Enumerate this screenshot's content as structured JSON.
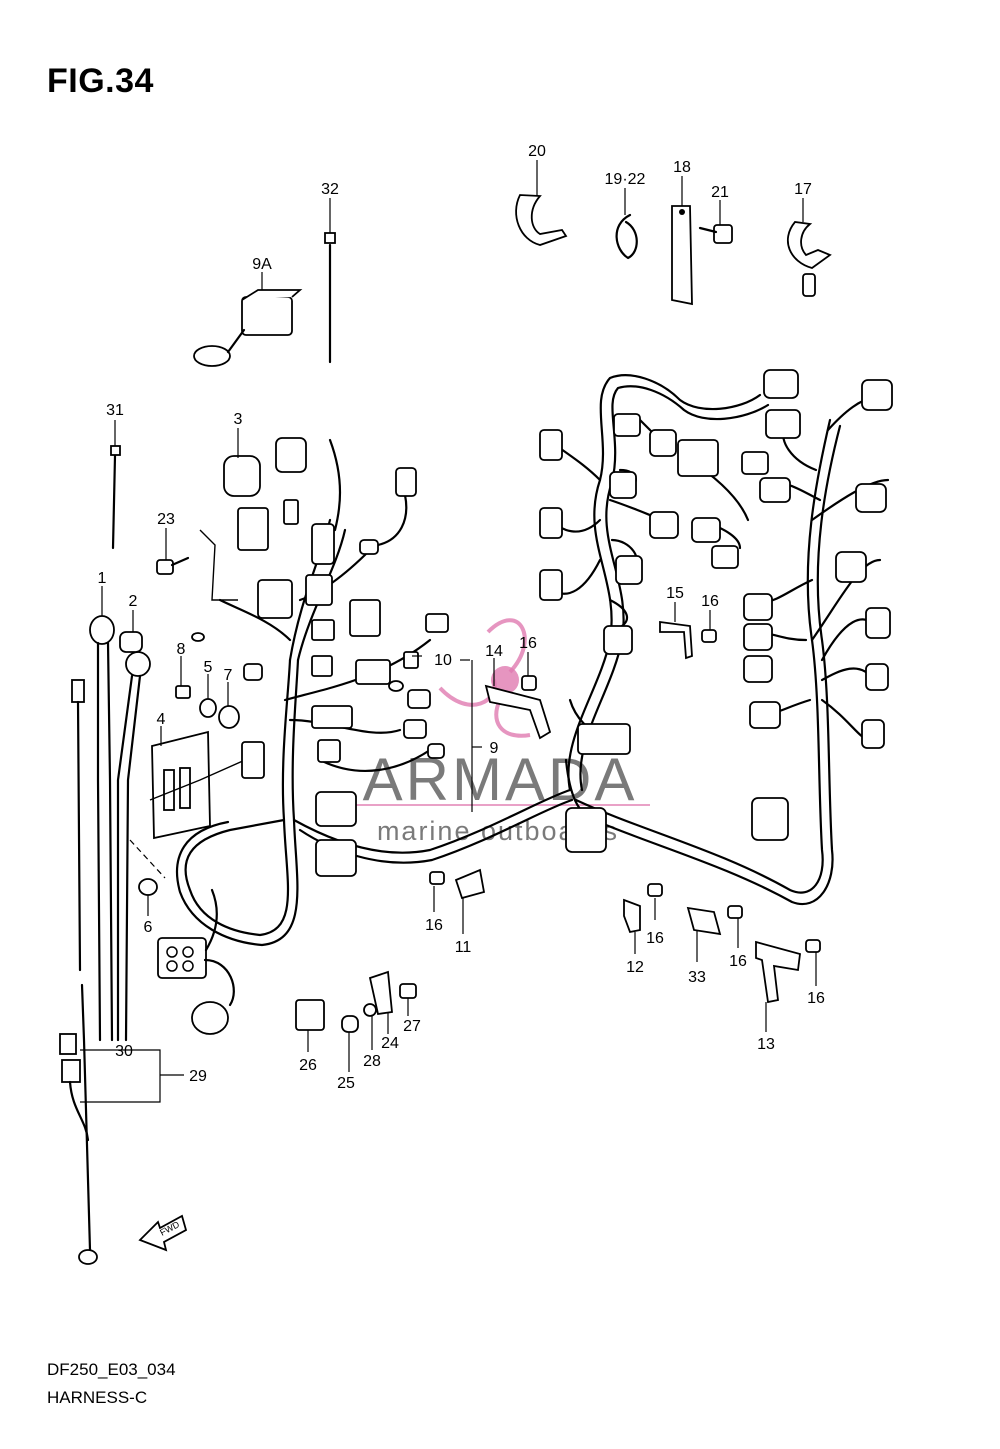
{
  "figure": {
    "title": "FIG.34"
  },
  "footer": {
    "code": "DF250_E03_034",
    "name": "HARNESS-C"
  },
  "watermark": {
    "brand": "ARMADA",
    "tagline": "marine outboards",
    "accent_color": "#e07ab0"
  },
  "fwd_label": "FWD",
  "callouts": [
    "1",
    "2",
    "3",
    "4",
    "5",
    "6",
    "7",
    "8",
    "9",
    "9A",
    "10",
    "11",
    "12",
    "13",
    "14",
    "15",
    "16",
    "16",
    "16",
    "16",
    "16",
    "16",
    "17",
    "18",
    "19·22",
    "20",
    "21",
    "23",
    "24",
    "25",
    "26",
    "27",
    "28",
    "29",
    "30",
    "31",
    "32",
    "33"
  ]
}
